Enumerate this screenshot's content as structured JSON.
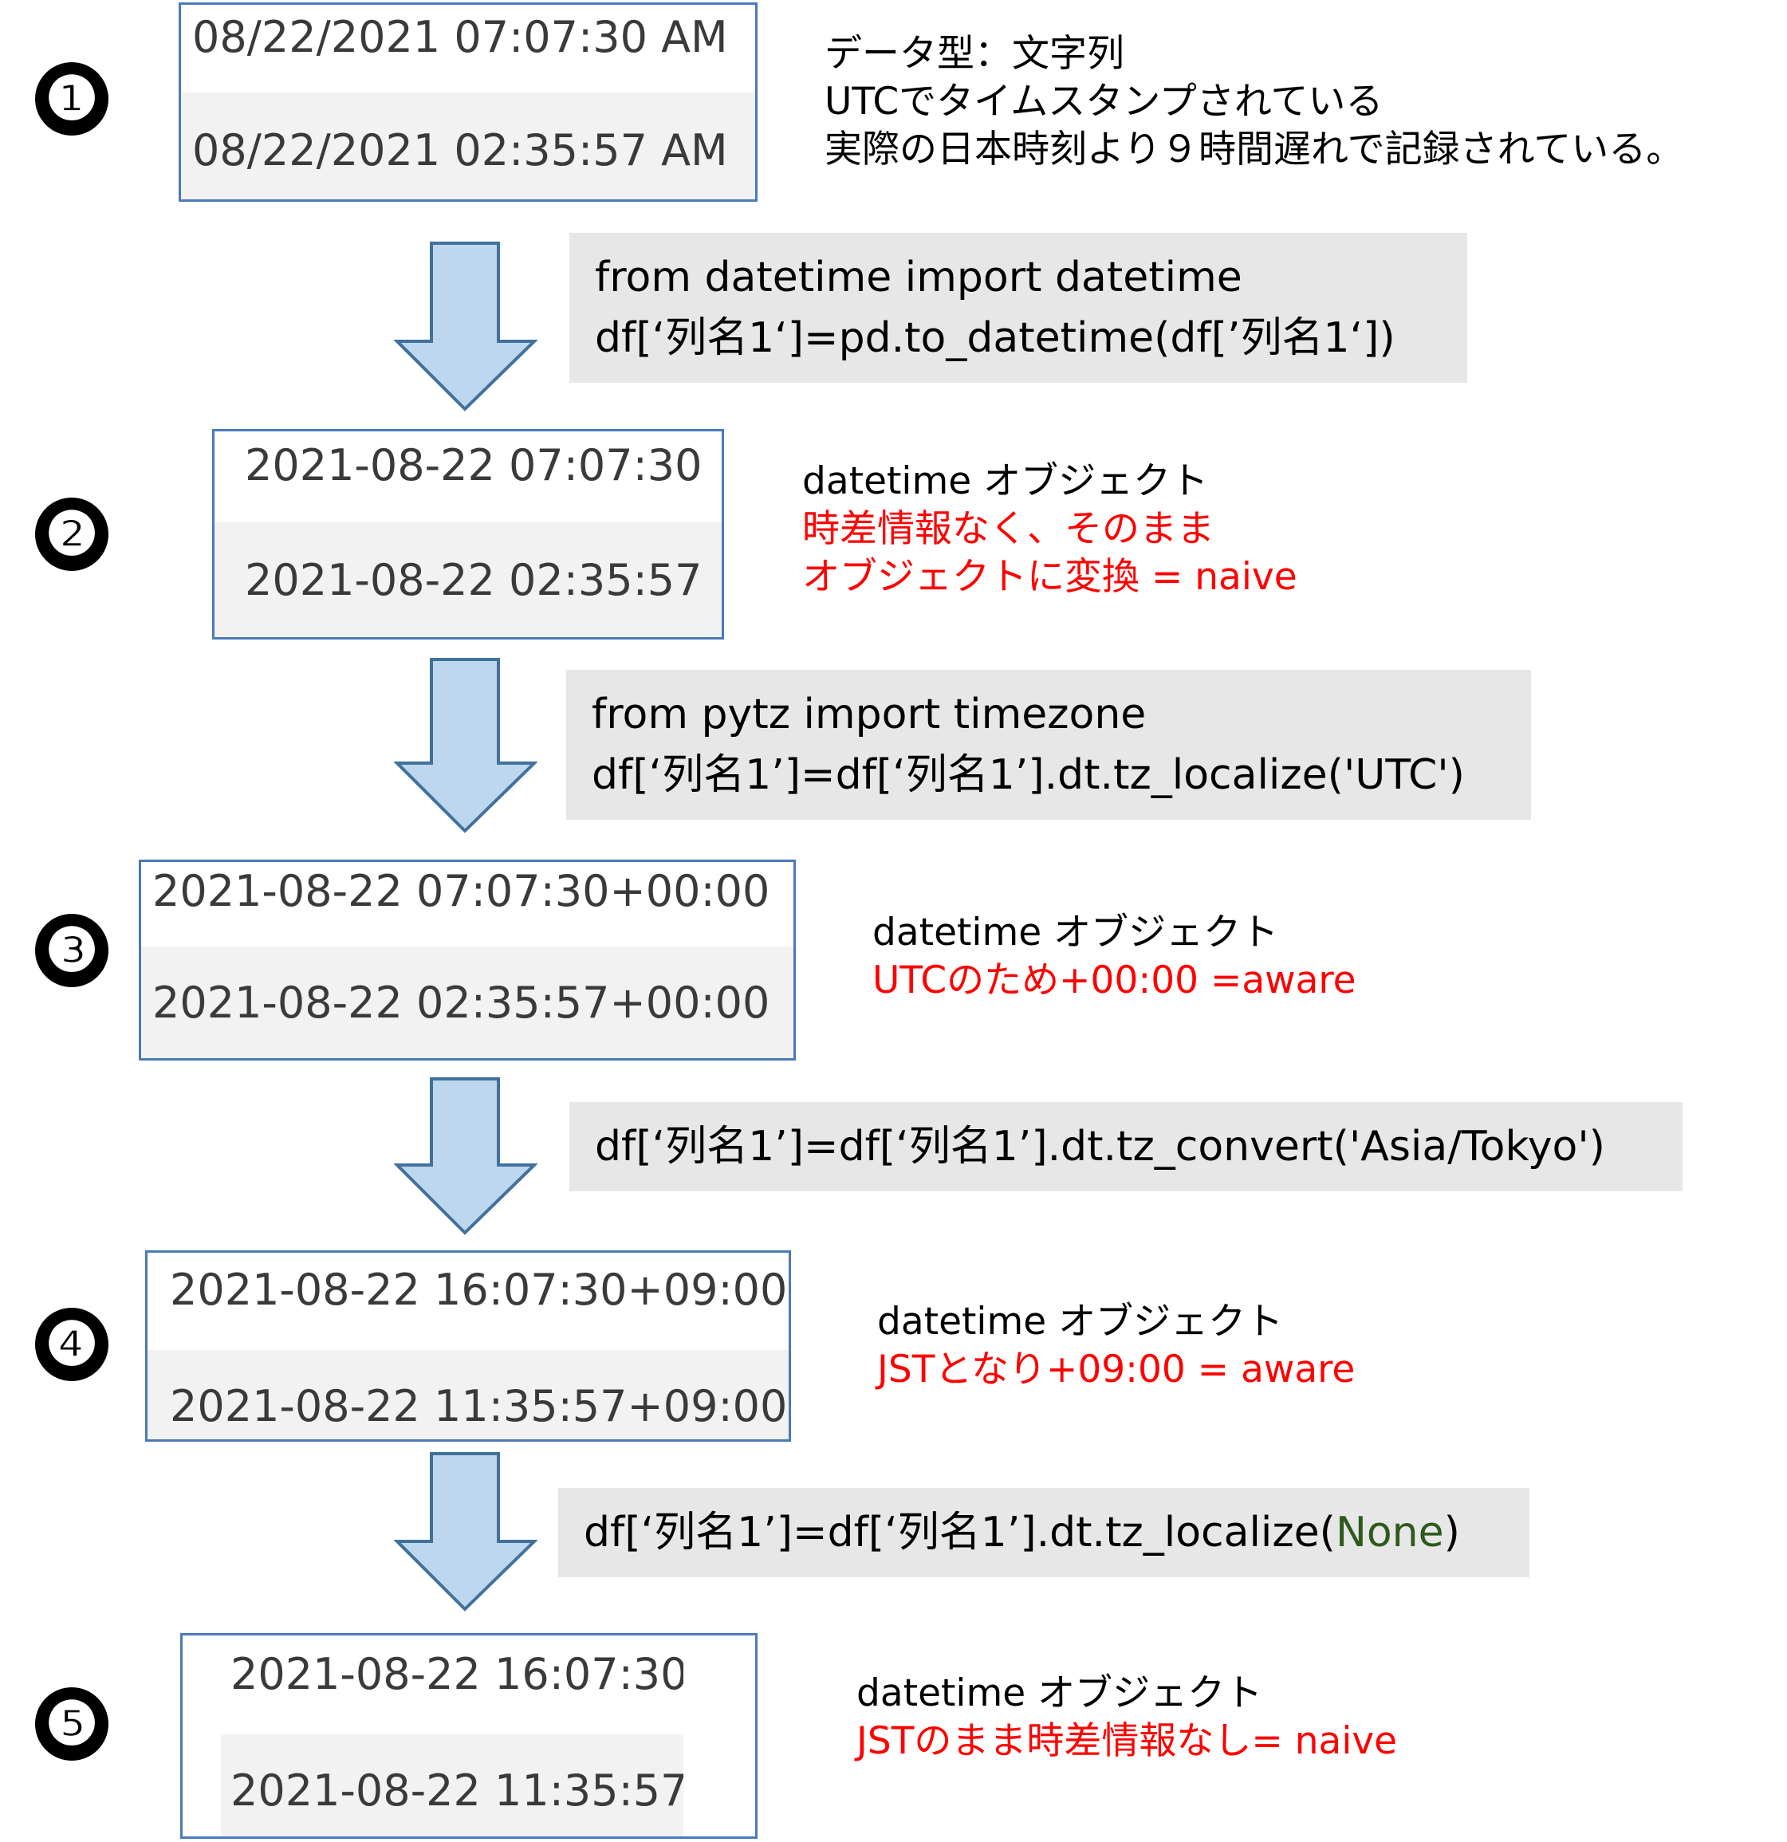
{
  "steps": [
    {
      "number": "❶",
      "rows": [
        "08/22/2021 07:07:30 AM",
        "08/22/2021 02:35:57 AM"
      ],
      "desc": [
        "データ型：文字列",
        "UTCでタイムスタンプされている",
        "実際の日本時刻より９時間遅れで記録されている。"
      ]
    },
    {
      "number": "❷",
      "rows": [
        "2021-08-22 07:07:30",
        "2021-08-22 02:35:57"
      ],
      "desc_title": "datetime オブジェクト",
      "desc_red": [
        "時差情報なく、そのまま",
        "オブジェクトに変換 = naive"
      ]
    },
    {
      "number": "❸",
      "rows": [
        "2021-08-22 07:07:30+00:00",
        "2021-08-22 02:35:57+00:00"
      ],
      "desc_title": "datetime オブジェクト",
      "desc_red": [
        "UTCのため+00:00 =aware"
      ]
    },
    {
      "number": "❹",
      "rows": [
        "2021-08-22 16:07:30+09:00",
        "2021-08-22 11:35:57+09:00"
      ],
      "desc_title": "datetime オブジェクト",
      "desc_red": [
        "JSTとなり+09:00 = aware"
      ]
    },
    {
      "number": "❺",
      "rows": [
        "2021-08-22 16:07:30",
        "2021-08-22 11:35:57"
      ],
      "desc_title": "datetime オブジェクト",
      "desc_red": [
        "JSTのまま時差情報なし= naive"
      ]
    }
  ],
  "code": [
    [
      "from datetime import datetime",
      "df[‘列名1‘]=pd.to_datetime(df[’列名1‘])"
    ],
    [
      "from pytz import timezone",
      "df[‘列名1’]=df[‘列名1’].dt.tz_localize('UTC')"
    ],
    [
      "df[‘列名1’]=df[‘列名1’].dt.tz_convert('Asia/Tokyo')"
    ],
    {
      "prefix": "df[‘列名1’]=df[‘列名1’].dt.tz_localize(",
      "highlight": "None",
      "suffix": ")"
    }
  ],
  "colors": {
    "box_border": "#4a7ab8",
    "row_alt": "#f2f2f2",
    "code_bg": "#e7e7e7",
    "arrow_fill": "#bdd7ee",
    "arrow_stroke": "#41719c",
    "note_red": "#ff0000",
    "none_green": "#2e5a1c"
  }
}
